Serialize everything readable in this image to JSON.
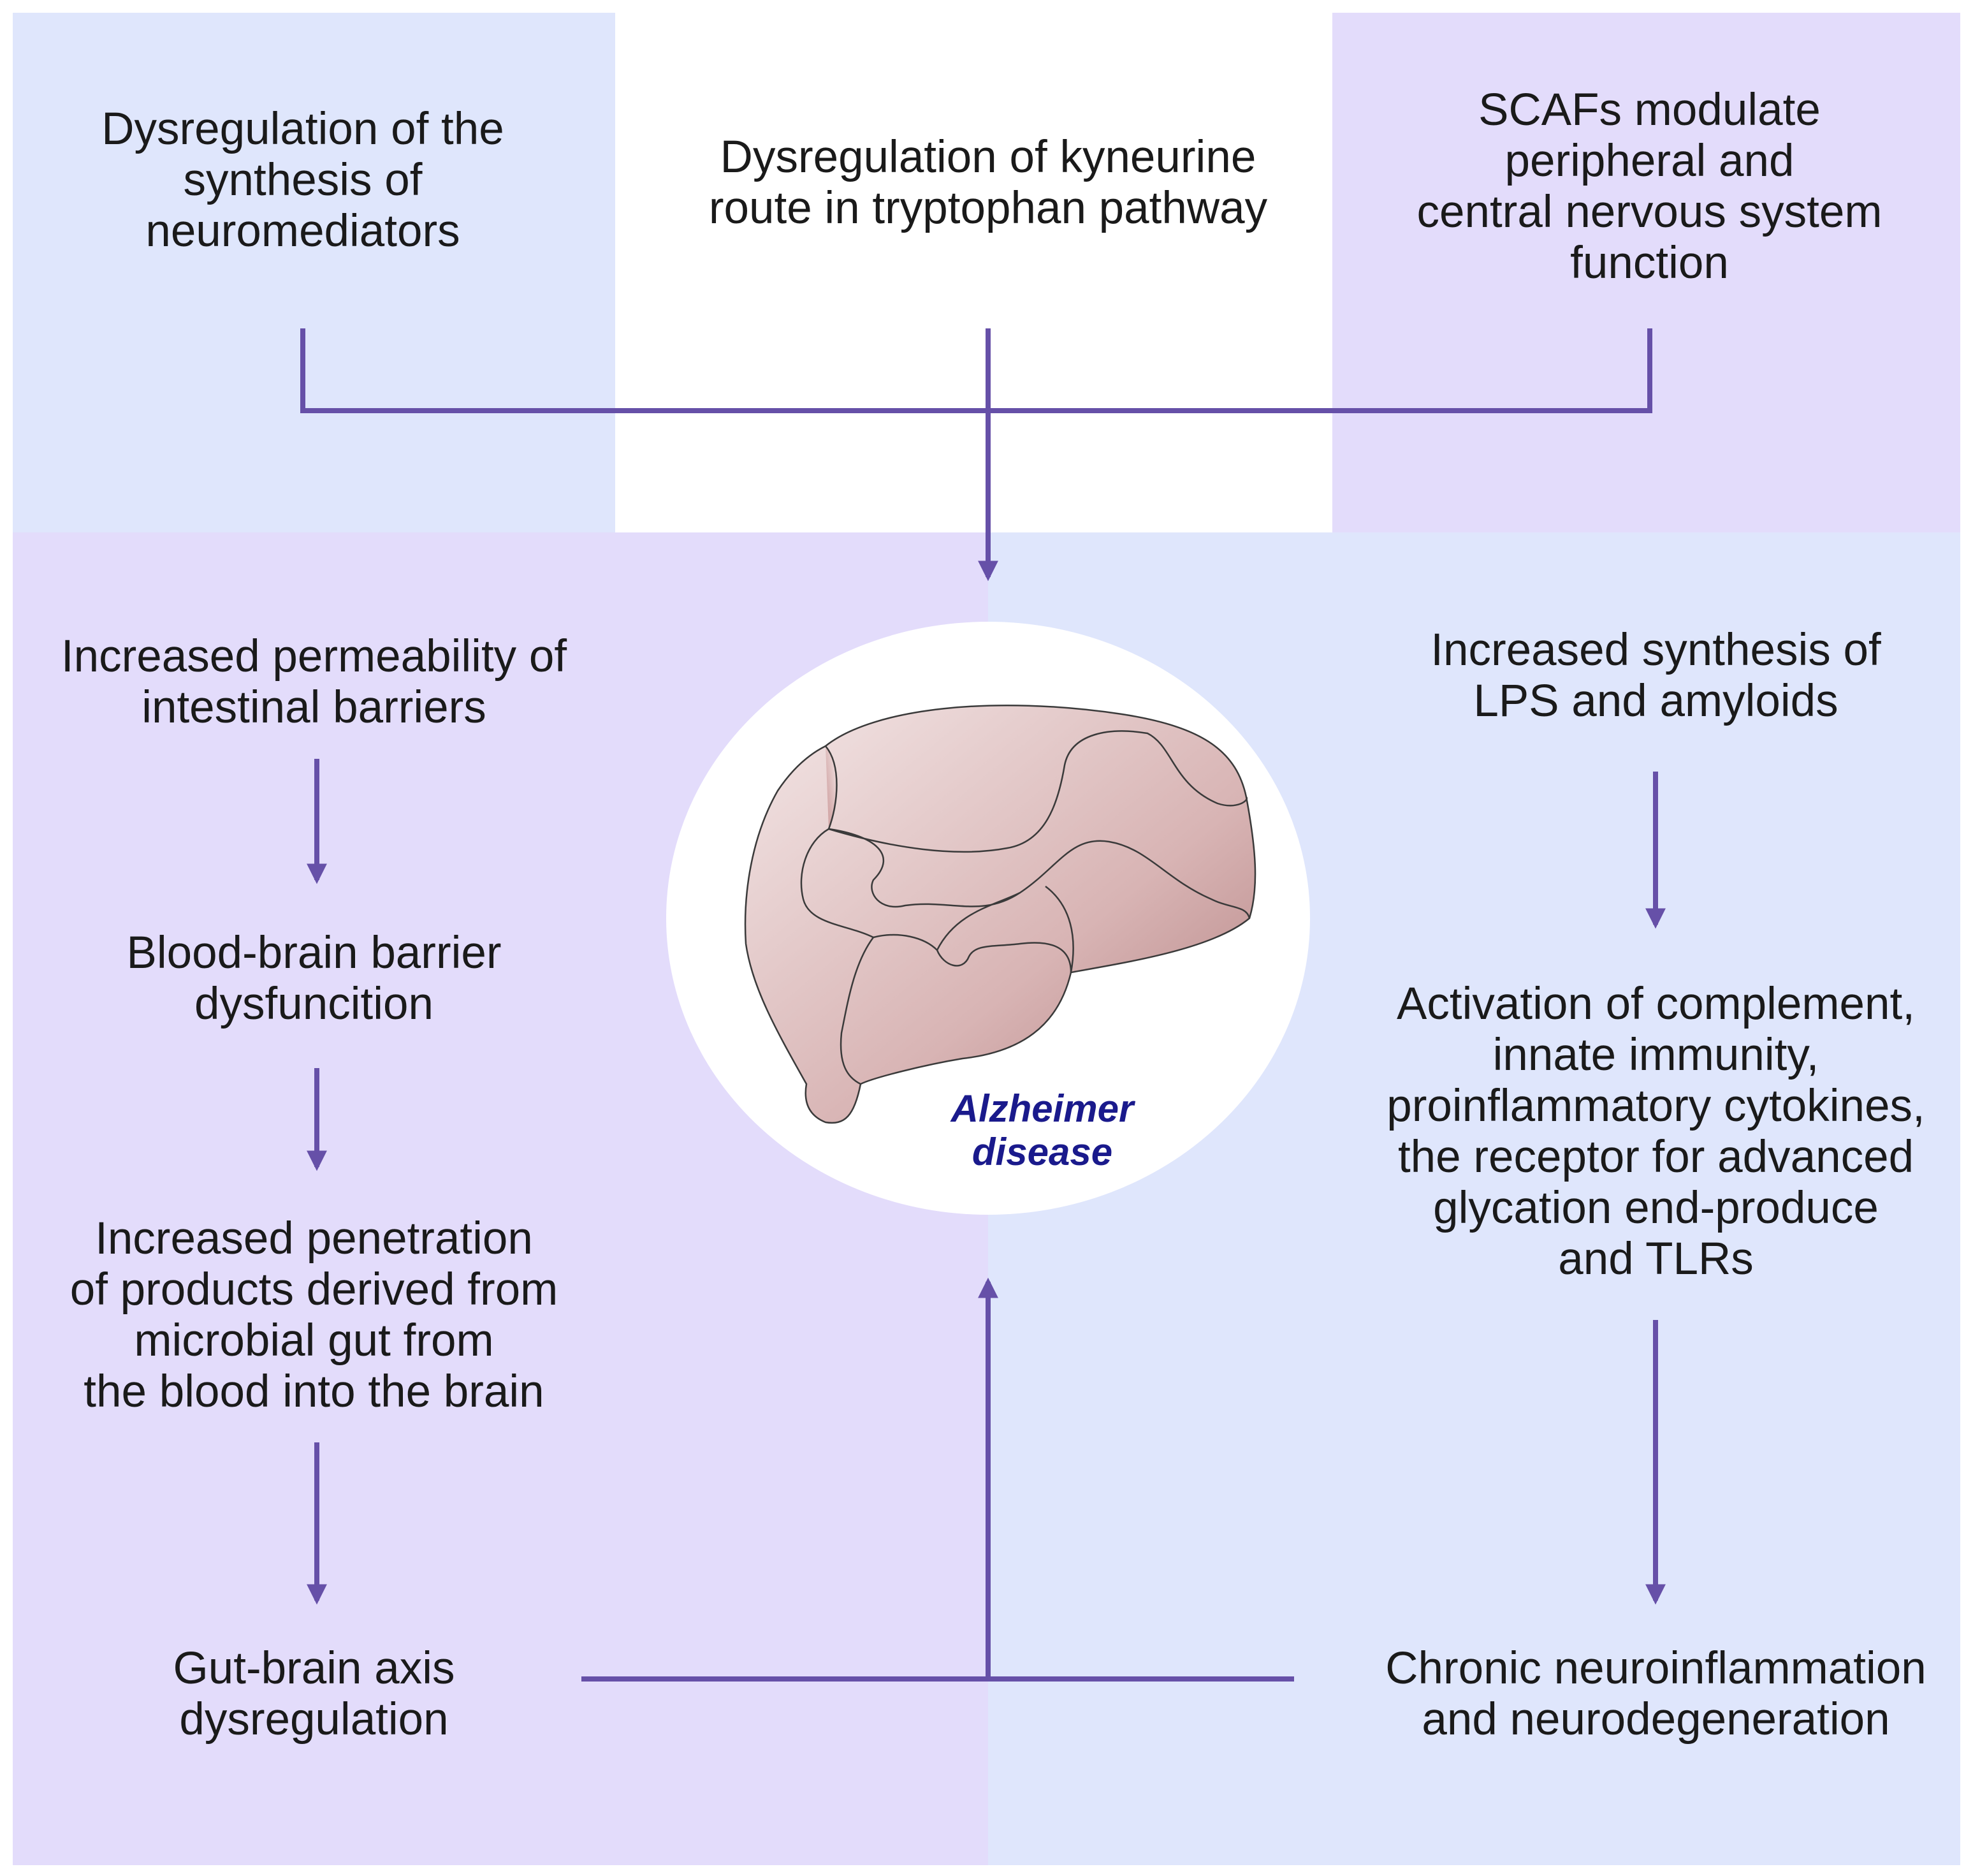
{
  "colors": {
    "blue_panel": "#dfe6fc",
    "purple_panel": "#e3dcfb",
    "arrow": "#6650a8",
    "brain_fill": "#c99b9b",
    "brain_outline": "#3a3a3a",
    "label": "#1a1a8c"
  },
  "top": {
    "left": "Dysregulation of the\nsynthesis of\nneuromediators",
    "center": "Dysregulation of kyneurine\nroute in tryptophan pathway",
    "right": "SCAFs modulate\nperipheral and\ncentral nervous system\nfunction"
  },
  "left_chain": [
    "Increased permeability of\nintestinal barriers",
    "Blood-brain barrier\ndysfuncition",
    "Increased penetration\nof products derived from\nmicrobial gut from\nthe blood into the brain",
    "Gut-brain axis\ndysregulation"
  ],
  "right_chain": [
    "Increased synthesis of\nLPS and amyloids",
    "Activation of complement,\ninnate immunity,\nproinflammatory cytokines,\nthe receptor for advanced\nglycation end-produce\nand TLRs",
    "Chronic neuroinflammation\nand neurodegeneration"
  ],
  "center": {
    "label": "Alzheimer\ndisease",
    "icon": "brain-icon"
  }
}
